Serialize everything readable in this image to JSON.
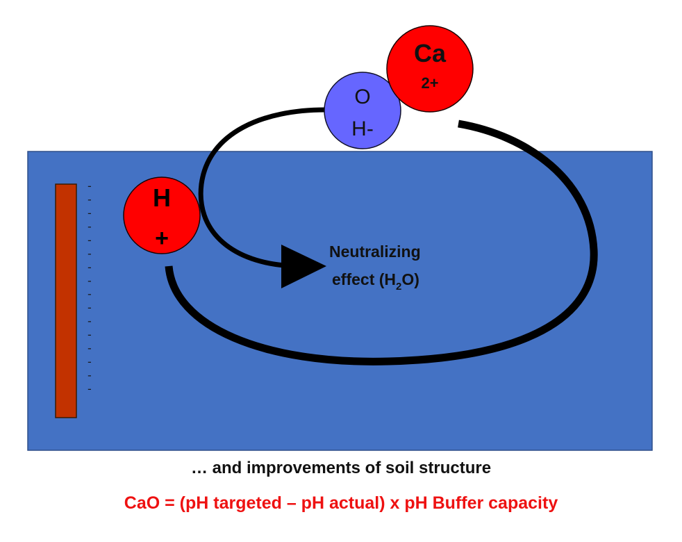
{
  "colors": {
    "soil": "#4472c4",
    "rod": "#c23200",
    "cation": "#ff0000",
    "hydroxide": "#6666ff",
    "arrow": "#000000",
    "formula": "#ee1111"
  },
  "ions": {
    "hydrogen": {
      "symbol": "H",
      "charge": "+"
    },
    "hydroxide": {
      "symbol": "O",
      "charge": "H-"
    },
    "calcium": {
      "symbol": "Ca",
      "charge": "2+"
    }
  },
  "rod_ticks": [
    "-",
    "-",
    "-",
    "-",
    "-",
    "-",
    "-",
    "-",
    "-",
    "-",
    "-",
    "-",
    "-",
    "-",
    "-",
    "-"
  ],
  "center_label": {
    "line1": "Neutralizing",
    "line2_prefix": "effect (H",
    "line2_sub": "2",
    "line2_suffix": "O)"
  },
  "caption_structure": "… and improvements of soil structure",
  "caption_formula": "CaO = (pH targeted – pH actual) x pH Buffer capacity"
}
